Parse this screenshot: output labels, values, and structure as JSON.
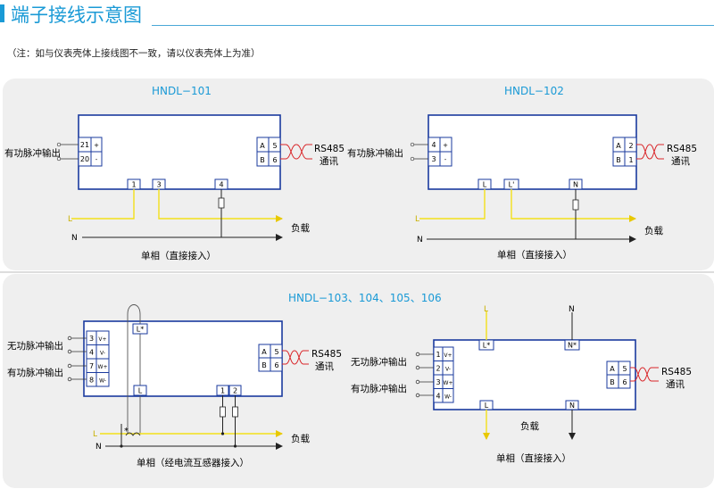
{
  "title": "端子接线示意图",
  "note": "（注：如与仪表壳体上接线图不一致，请以仪表壳体上为准）",
  "colors": {
    "accent": "#1a9ad6",
    "box_border": "#1a3a9e",
    "panel": "#efefef",
    "live": "#f3e01a",
    "twisted": "#d9262a",
    "model_text": "#1a9ad6"
  },
  "hndl101": {
    "model": "HNDL−101",
    "pulse_label": "有功脉冲输出",
    "pulse_terms": [
      {
        "num": "21",
        "sign": "+"
      },
      {
        "num": "20",
        "sign": "-"
      }
    ],
    "rs_terms": [
      {
        "letter": "A",
        "num": "5"
      },
      {
        "letter": "B",
        "num": "6"
      }
    ],
    "rs_label": "RS485",
    "comm_label": "通讯",
    "bottom_terms": [
      "1",
      "3",
      "4"
    ],
    "line_l": "L",
    "line_n": "N",
    "load": "负载",
    "caption": "单相（直接接入）"
  },
  "hndl102": {
    "model": "HNDL−102",
    "pulse_label": "有功脉冲输出",
    "pulse_terms": [
      {
        "num": "4",
        "sign": "+"
      },
      {
        "num": "3",
        "sign": "-"
      }
    ],
    "rs_terms": [
      {
        "letter": "A",
        "num": "2"
      },
      {
        "letter": "B",
        "num": "1"
      }
    ],
    "rs_label": "RS485",
    "comm_label": "通讯",
    "bottom_terms": [
      "L",
      "L'",
      "N"
    ],
    "line_l": "L",
    "line_n": "N",
    "load": "负载",
    "caption": "单相（直接接入）"
  },
  "group": {
    "models": "HNDL−103、104、105、106"
  },
  "hndl103_left": {
    "reactive_label": "无功脉冲输出",
    "active_label": "有功脉冲输出",
    "pulse_terms": [
      {
        "num": "3",
        "sign": "V+"
      },
      {
        "num": "4",
        "sign": "V-"
      },
      {
        "num": "7",
        "sign": "W+"
      },
      {
        "num": "8",
        "sign": "W-"
      }
    ],
    "top_term": "L*",
    "rs_terms": [
      {
        "letter": "A",
        "num": "5"
      },
      {
        "letter": "B",
        "num": "6"
      }
    ],
    "rs_label": "RS485",
    "comm_label": "通讯",
    "bottom_terms": [
      "L",
      "1",
      "2"
    ],
    "star": "*",
    "line_l": "L",
    "line_n": "N",
    "load": "负载",
    "caption": "单相（经电流互感器接入）"
  },
  "hndl103_right": {
    "reactive_label": "无功脉冲输出",
    "active_label": "有功脉冲输出",
    "pulse_terms": [
      {
        "num": "1",
        "sign": "V+"
      },
      {
        "num": "2",
        "sign": "V-"
      },
      {
        "num": "3",
        "sign": "W+"
      },
      {
        "num": "4",
        "sign": "W-"
      }
    ],
    "top_terms": [
      "L*",
      "N*"
    ],
    "rs_terms": [
      {
        "letter": "A",
        "num": "5"
      },
      {
        "letter": "B",
        "num": "6"
      }
    ],
    "rs_label": "RS485",
    "comm_label": "通讯",
    "bottom_terms": [
      "L",
      "N"
    ],
    "line_l": "L",
    "line_n": "N",
    "load": "负载",
    "caption": "单相（直接接入）"
  }
}
